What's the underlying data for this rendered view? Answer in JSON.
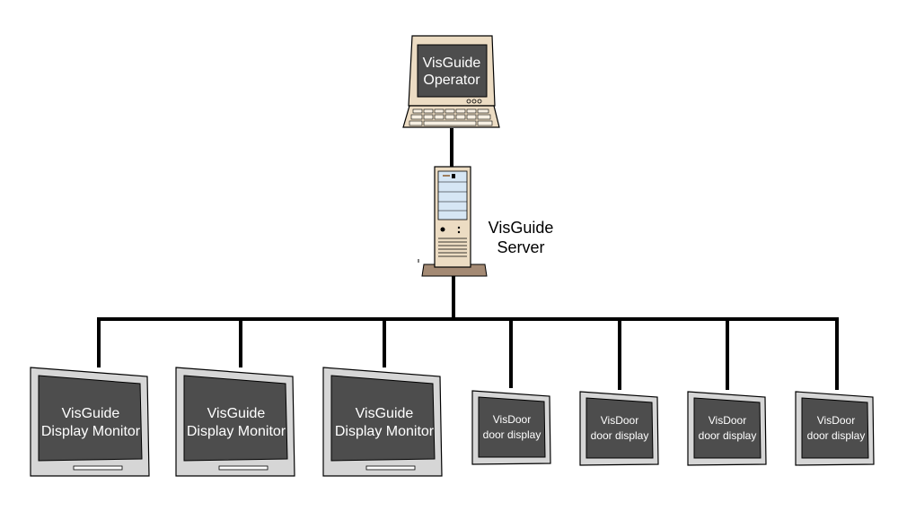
{
  "colors": {
    "background": "#ffffff",
    "wire": "#000000",
    "bezel": "#d6d6d6",
    "screen": "#4d4d4d",
    "screen_text": "#ffffff",
    "beige": "#ecdcc3",
    "server_panel": "#d6e6f4",
    "base_brown": "#a48a74"
  },
  "operator": {
    "line1": "VisGuide",
    "line2": "Operator"
  },
  "server": {
    "line1": "VisGuide",
    "line2": "Server"
  },
  "display_monitors": [
    {
      "line1": "VisGuide",
      "line2": "Display Monitor"
    },
    {
      "line1": "VisGuide",
      "line2": "Display Monitor"
    },
    {
      "line1": "VisGuide",
      "line2": "Display Monitor"
    }
  ],
  "door_displays": [
    {
      "line1": "VisDoor",
      "line2": "door display"
    },
    {
      "line1": "VisDoor",
      "line2": "door display"
    },
    {
      "line1": "VisDoor",
      "line2": "door display"
    },
    {
      "line1": "VisDoor",
      "line2": "door display"
    }
  ]
}
